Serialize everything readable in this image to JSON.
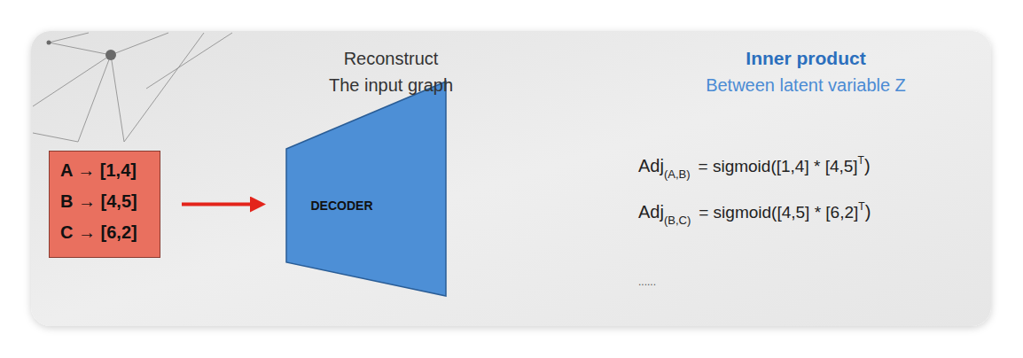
{
  "diagram": {
    "nodes": [
      {
        "text": [
          "A → [1,4]",
          "B → [4,5]",
          "C → [6,2]"
        ]
      },
      {
        "text": [
          "Reconstruct The input graph",
          "DECODER"
        ]
      }
    ],
    "edges": [
      {
        "from": 0,
        "to": 1,
        "arrow": "to"
      }
    ],
    "labels": [
      "Inner product",
      "Between latent variable Z",
      "Adj",
      "(A,B)",
      "= sigmoid([1,4] * [4,5]",
      "T",
      ")",
      "Adj",
      "(B,C)",
      "= sigmoid([4,5] * [6,2]",
      "T",
      ")",
      "......"
    ]
  }
}
